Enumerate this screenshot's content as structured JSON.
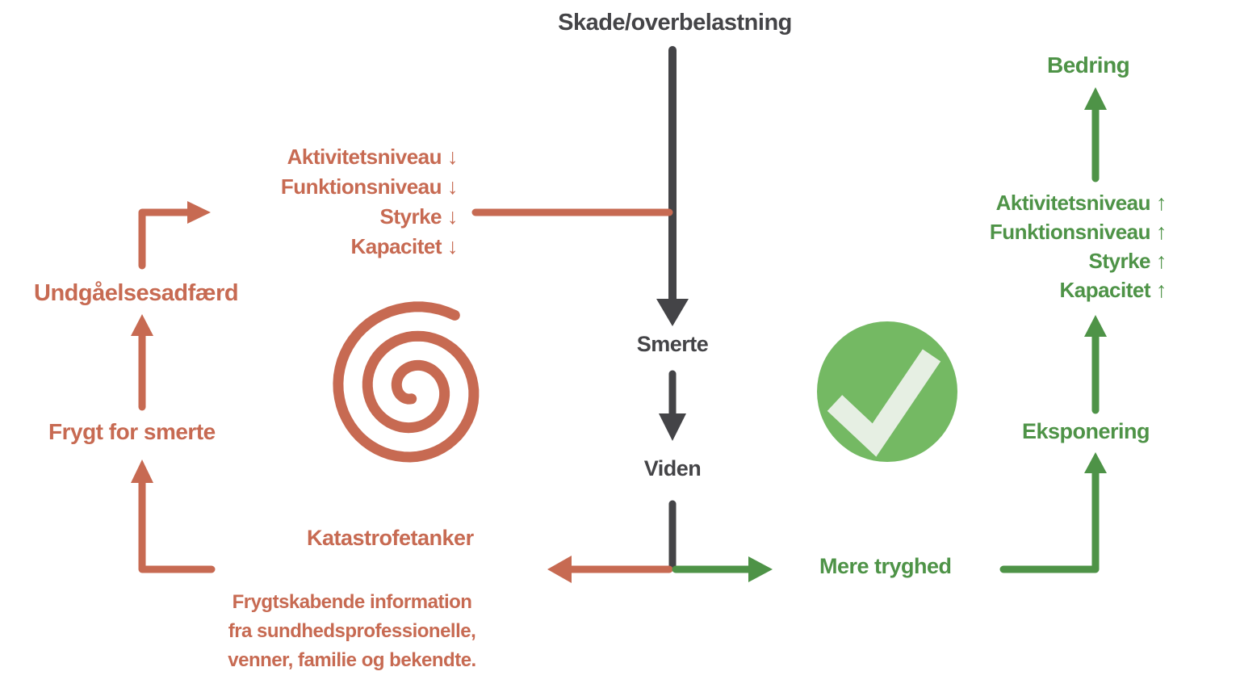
{
  "diagram": {
    "title_node": "Skade/overbelastning",
    "colors": {
      "negative_orange": "#c76a52",
      "positive_green": "#4e9347",
      "neutral_dark": "#444447",
      "check_circle_fill": "#74b963",
      "check_mark_light": "#e6efe3"
    },
    "center_flow": {
      "injury": "Skade/overbelastning",
      "pain": "Smerte",
      "knowledge": "Viden"
    },
    "negative_cycle": {
      "factor_arrow": "↓",
      "factors": [
        "Aktivitetsniveau",
        "Funktionsniveau",
        "Styrke",
        "Kapacitet"
      ],
      "avoidance": "Undgåelsesadfærd",
      "fear_of_pain": "Frygt for smerte",
      "catastrophizing": "Katastrofetanker",
      "info_line1": "Frygtskabende information",
      "info_line2": "fra sundhedsprofessionelle,",
      "info_line3": "venner, familie og bekendte.",
      "icon": "spiral-icon"
    },
    "positive_cycle": {
      "factor_arrow": "↑",
      "factors": [
        "Aktivitetsniveau",
        "Funktionsniveau",
        "Styrke",
        "Kapacitet"
      ],
      "recovery": "Bedring",
      "exposure": "Eksponering",
      "more_safety": "Mere tryghed",
      "icon": "check-circle-icon"
    }
  }
}
